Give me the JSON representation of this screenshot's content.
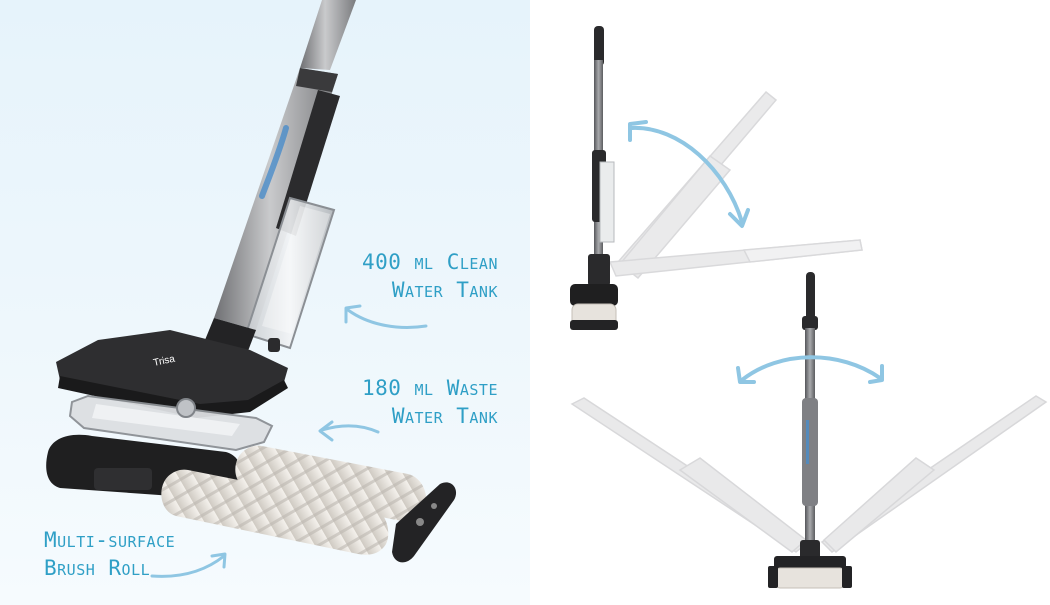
{
  "product": {
    "brand": "Trisa"
  },
  "callouts": {
    "clean_tank": {
      "line1": "400 ml Clean",
      "line2": "Water Tank"
    },
    "waste_tank": {
      "line1": "180 ml Waste",
      "line2": "Water Tank"
    },
    "brush_roll": {
      "line1": "Multi-surface",
      "line2": "Brush Roll"
    }
  },
  "colors": {
    "accent_text": "#2f9fc6",
    "arrow": "#8fc6e3",
    "panel_bg": "#e6f3fb",
    "body_dark": "#2b2b2b",
    "shaft_metal": "#9a9a9c"
  },
  "icons": {
    "tilt_arrow": "curved-double-arrow-icon",
    "swivel_arrow": "curved-double-arrow-icon",
    "pointer_arrow": "curved-arrow-icon"
  }
}
